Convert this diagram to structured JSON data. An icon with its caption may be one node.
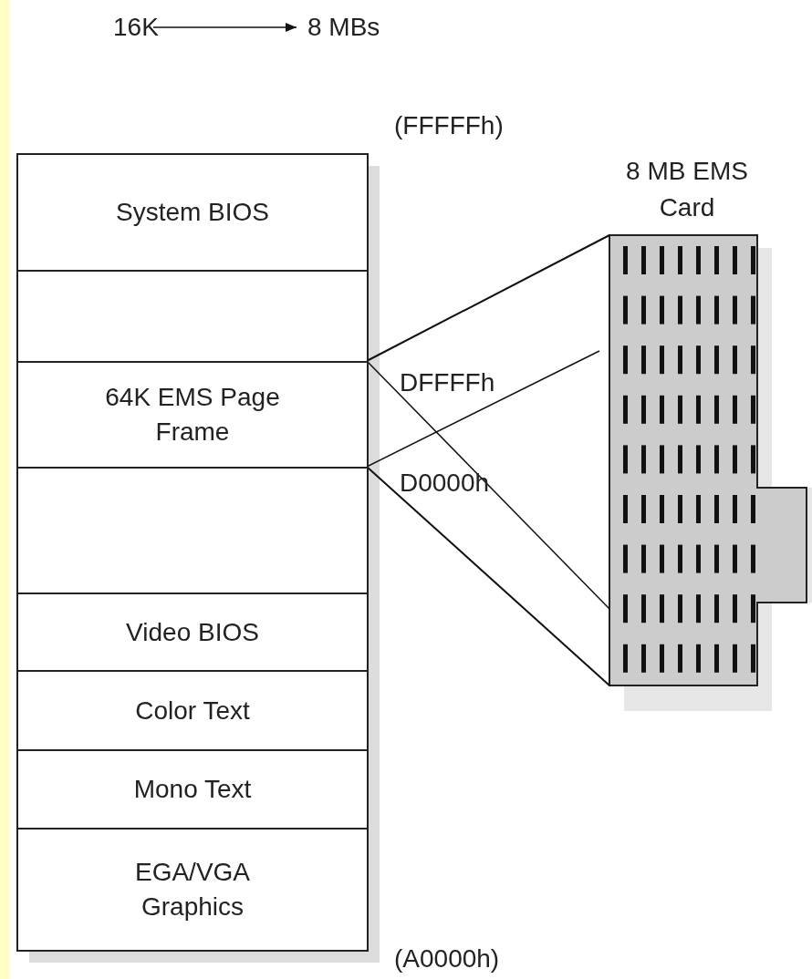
{
  "diagram": {
    "nodes": [
      {
        "text": [
          "16K"
        ]
      },
      {
        "text": [
          "8 MBs"
        ]
      },
      {
        "text": [
          "System BIOS"
        ]
      },
      {
        "text": [],
        "shape": "box"
      },
      {
        "text": [
          "64K EMS Page Frame"
        ]
      },
      {
        "text": [],
        "shape": "box"
      },
      {
        "text": [
          "Video BIOS"
        ]
      },
      {
        "text": [
          "Color Text"
        ]
      },
      {
        "text": [
          "Mono Text"
        ]
      },
      {
        "text": [
          "EGA/VGA Graphics"
        ]
      },
      {
        "text": [
          "8 MB EMS Card"
        ]
      }
    ],
    "edges": [
      {
        "from": 0,
        "to": 1,
        "arrow": "to"
      },
      {
        "from": 4,
        "to": 10,
        "arrow": "none"
      },
      {
        "from": 4,
        "to": 10,
        "arrow": "none"
      },
      {
        "from": 4,
        "to": 10,
        "arrow": "none"
      },
      {
        "from": 4,
        "to": 10,
        "arrow": "none"
      }
    ],
    "labels": [
      "(FFFFFh)",
      "DFFFFh",
      "D0000h",
      "(A0000h)"
    ]
  }
}
